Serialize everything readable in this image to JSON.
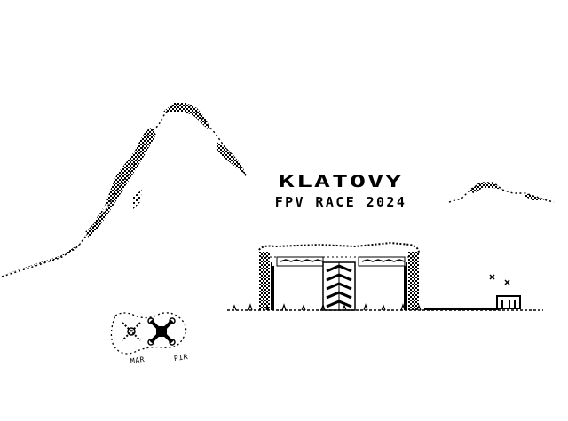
{
  "title": "KLATOVY",
  "subtitle": "FPV RACE 2024",
  "drone_labels": {
    "left": "MAR",
    "right": "PIR"
  },
  "colors": {
    "ink": "#000000",
    "paper": "#ffffff"
  },
  "icons": [
    "mountain-icon",
    "race-gate-icon",
    "drone-icon",
    "small-house-icon"
  ]
}
